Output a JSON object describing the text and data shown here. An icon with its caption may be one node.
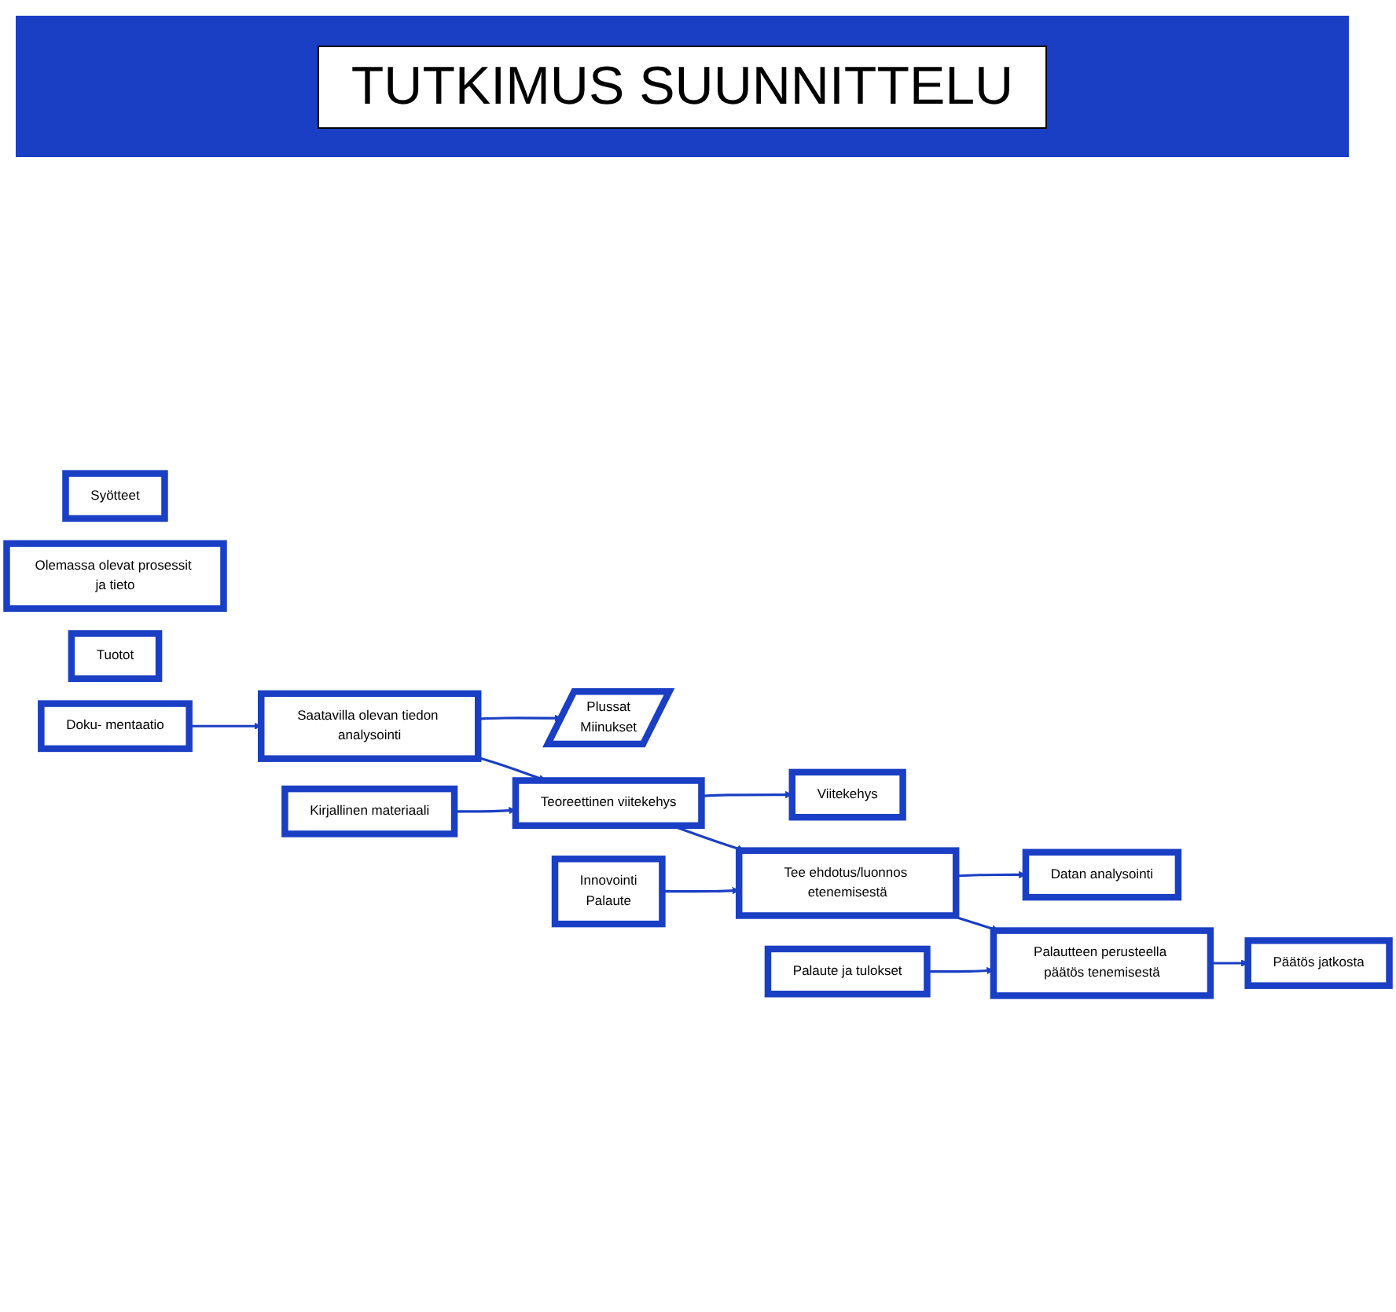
{
  "diagram": {
    "title": "TUTKIMUS SUUNNITTELU",
    "nodes": [
      {
        "text": [
          "Syötteet"
        ]
      },
      {
        "text": [
          "Olemassa olevat prosessit ja tieto"
        ]
      },
      {
        "text": [
          "Tuotot"
        ]
      },
      {
        "text": [
          "Doku- mentaatio"
        ]
      },
      {
        "text": [
          "Saatavilla olevan tiedon analysointi"
        ]
      },
      {
        "text": [
          "Plussat",
          "Miinukset"
        ]
      },
      {
        "text": [
          "Kirjallinen materiaali"
        ]
      },
      {
        "text": [
          "Teoreettinen viitekehys"
        ]
      },
      {
        "text": [
          "Viitekehys"
        ]
      },
      {
        "text": [
          "Innovointi",
          "Palaute"
        ]
      },
      {
        "text": [
          "Tee ehdotus/luonnos etenemisestä"
        ]
      },
      {
        "text": [
          "Datan analysointi"
        ]
      },
      {
        "text": [
          "Palaute ja tulokset"
        ]
      },
      {
        "text": [
          "Palautteen perusteella päätös tenemisestä"
        ]
      },
      {
        "text": [
          "Päätös jatkosta"
        ]
      }
    ],
    "edges": [
      {
        "from": 3,
        "to": 4,
        "arrow": "to"
      },
      {
        "from": 4,
        "to": 5,
        "arrow": "to"
      },
      {
        "from": 4,
        "to": 7,
        "arrow": "to"
      },
      {
        "from": 6,
        "to": 7,
        "arrow": "to"
      },
      {
        "from": 7,
        "to": 8,
        "arrow": "to"
      },
      {
        "from": 7,
        "to": 10,
        "arrow": "to"
      },
      {
        "from": 9,
        "to": 10,
        "arrow": "to"
      },
      {
        "from": 10,
        "to": 11,
        "arrow": "to"
      },
      {
        "from": 10,
        "to": 13,
        "arrow": "to"
      },
      {
        "from": 12,
        "to": 13,
        "arrow": "to"
      },
      {
        "from": 13,
        "to": 14,
        "arrow": "to"
      }
    ]
  }
}
